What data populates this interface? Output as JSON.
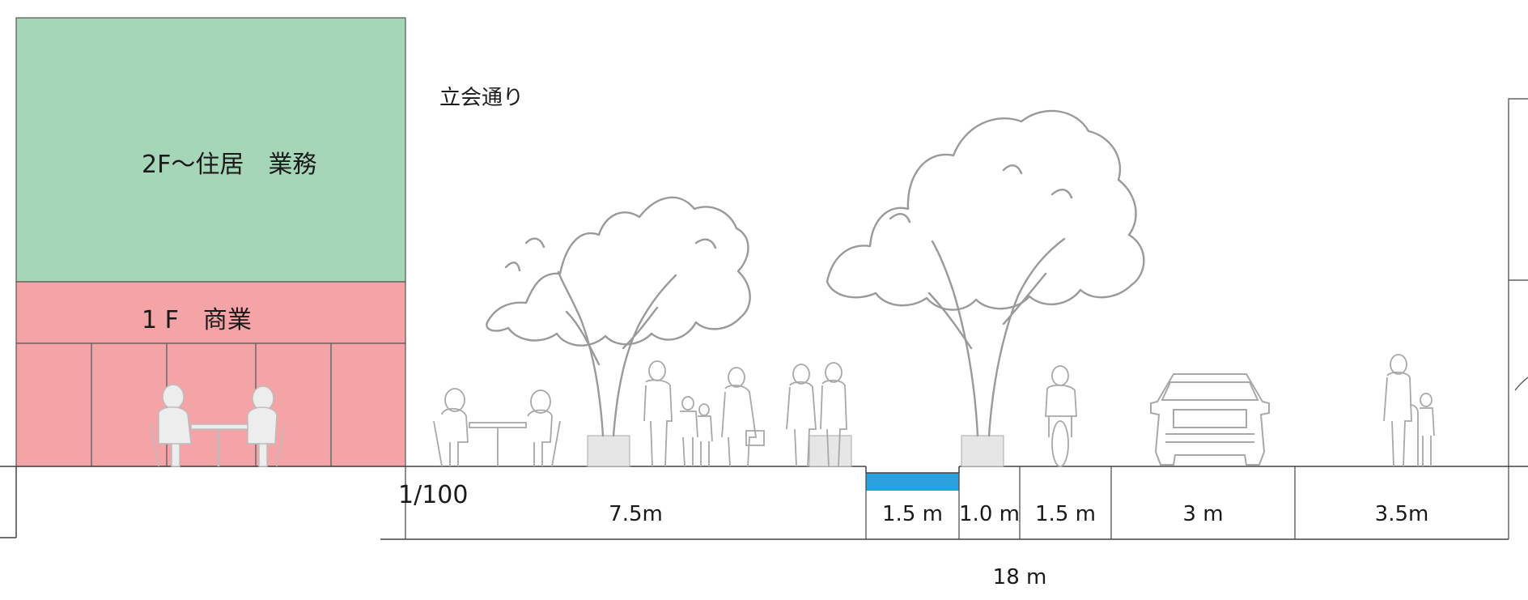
{
  "street_name": "立会通り",
  "scale": "1/100",
  "building": {
    "upper_label": "2F～住居　業務",
    "ground_label": "1 F　商業",
    "upper_color": "#a6d6b8",
    "ground_color": "#f4a3a6"
  },
  "water_color": "#29a1db",
  "segments": [
    "7.5m",
    "1.5 m",
    "1.0 m",
    "1.5 m",
    "3 m",
    "3.5m"
  ],
  "total_width": "18 m",
  "icons": {
    "tree": "tree-icon",
    "person": "person-icon",
    "cafe": "cafe-table-icon",
    "cyclist": "cyclist-icon",
    "car": "car-icon",
    "planter": "planter-icon"
  }
}
